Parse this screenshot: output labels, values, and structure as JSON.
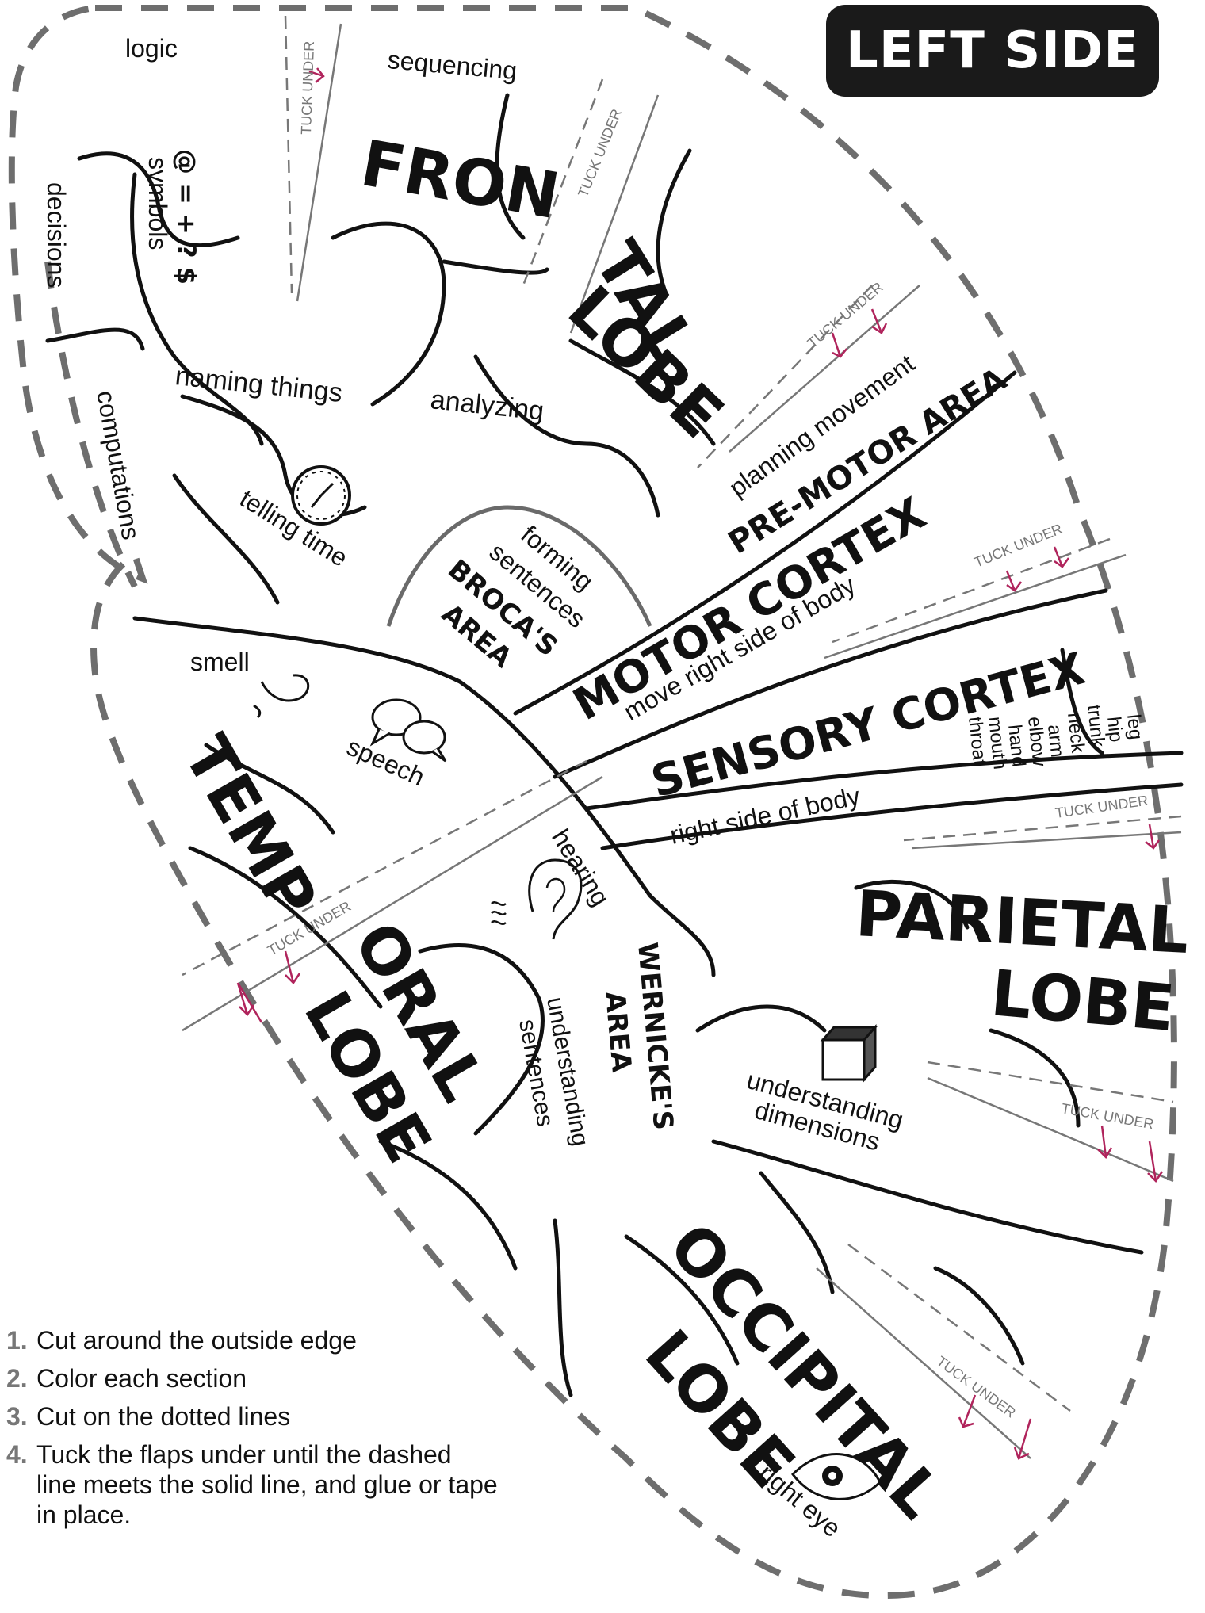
{
  "badge": "LEFT SIDE",
  "lobes": {
    "frontal_1": "FRON",
    "frontal_2": "TAL",
    "frontal_3": "LOBE",
    "temporal_1": "TEMP",
    "temporal_2": "ORAL",
    "temporal_3": "LOBE",
    "parietal_1": "PARIETAL",
    "parietal_2": "LOBE",
    "occipital_1": "OCCIPITAL",
    "occipital_2": "LOBE"
  },
  "areas": {
    "premotor": "PRE-MOTOR AREA",
    "motor": "MOTOR CORTEX",
    "sensory": "SENSORY CORTEX",
    "broca_1": "BROCA'S",
    "broca_2": "AREA",
    "wernicke_1": "WERNICKE'S",
    "wernicke_2": "AREA"
  },
  "functions": {
    "logic": "logic",
    "sequencing": "sequencing",
    "symbols": "symbols",
    "symbol_chars": "@ = + ? $",
    "decisions": "decisions",
    "naming": "naming things",
    "analyzing": "analyzing",
    "computations": "computations",
    "telling_time": "telling time",
    "planning": "planning movement",
    "forming_1": "forming",
    "forming_2": "sentences",
    "move": "move right side of body",
    "smell": "smell",
    "speech": "speech",
    "hearing": "hearing",
    "right_side": "right side of body",
    "understanding_1": "understanding",
    "understanding_2": "sentences",
    "dimensions_1": "understanding",
    "dimensions_2": "dimensions",
    "right_eye": "right eye"
  },
  "body_parts": [
    "leg",
    "hip",
    "trunk",
    "neck",
    "arm",
    "elbow",
    "hand",
    "mouth",
    "throat"
  ],
  "tuck_label": "TUCK UNDER",
  "instructions": [
    {
      "num": "1.",
      "text": "Cut around the outside edge"
    },
    {
      "num": "2.",
      "text": "Color each section"
    },
    {
      "num": "3.",
      "text": "Cut on the dotted lines"
    },
    {
      "num": "4.",
      "text": "Tuck the flaps under until the dashed line meets the solid line, and glue or tape in place."
    }
  ],
  "colors": {
    "ink": "#111111",
    "outline": "#6e6e6e",
    "arrow": "#b0245c",
    "badge_bg": "#1a1a1a"
  }
}
